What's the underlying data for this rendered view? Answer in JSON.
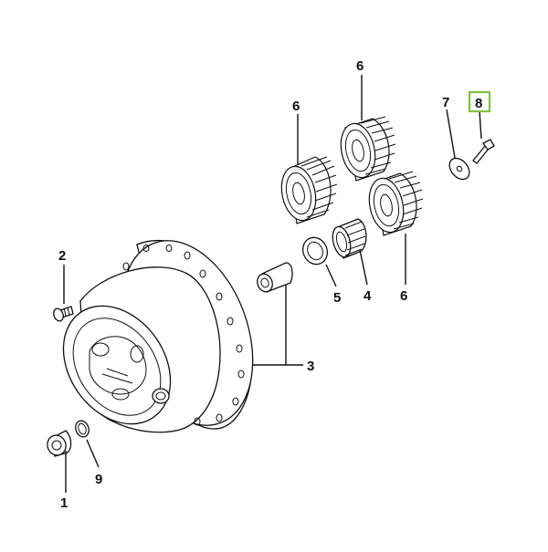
{
  "callouts": [
    {
      "id": "c1",
      "label": "1"
    },
    {
      "id": "c2",
      "label": "2"
    },
    {
      "id": "c3",
      "label": "3"
    },
    {
      "id": "c4",
      "label": "4"
    },
    {
      "id": "c5",
      "label": "5"
    },
    {
      "id": "c6a",
      "label": "6"
    },
    {
      "id": "c6b",
      "label": "6"
    },
    {
      "id": "c6c",
      "label": "6"
    },
    {
      "id": "c7",
      "label": "7"
    },
    {
      "id": "c8",
      "label": "8"
    },
    {
      "id": "c9",
      "label": "9"
    }
  ],
  "highlight": {
    "callout": "8",
    "color": "#7dc242"
  },
  "colors": {
    "line": "#111111",
    "background": "#ffffff"
  }
}
